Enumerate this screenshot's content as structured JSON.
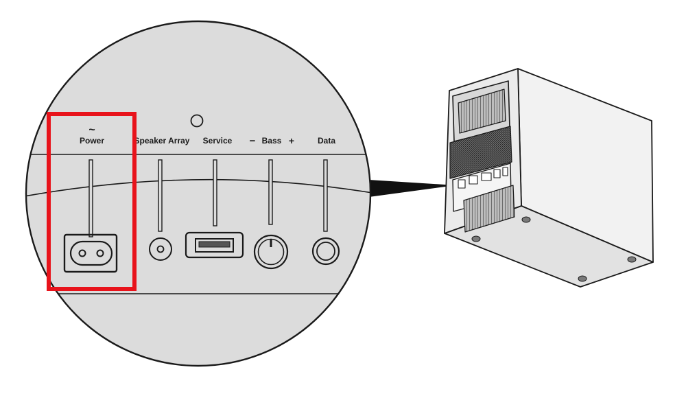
{
  "panel": {
    "ports": [
      {
        "id": "power",
        "symbol": "~",
        "label": "Power",
        "icon": "iec-c7-power-inlet-icon",
        "highlighted": true
      },
      {
        "id": "speaker-array",
        "label": "Speaker Array",
        "icon": "round-jack-icon"
      },
      {
        "id": "service",
        "label": "Service",
        "icon": "usb-port-icon"
      },
      {
        "id": "bass",
        "minus": "−",
        "label": "Bass",
        "plus": "+",
        "icon": "bass-knob-icon"
      },
      {
        "id": "data",
        "label": "Data",
        "icon": "round-jack-icon"
      }
    ]
  },
  "colors": {
    "highlight": "#e8131b",
    "panel_fill": "#dcdcdc",
    "line": "#1a1a1a",
    "device_fill": "#e6e6e6"
  }
}
